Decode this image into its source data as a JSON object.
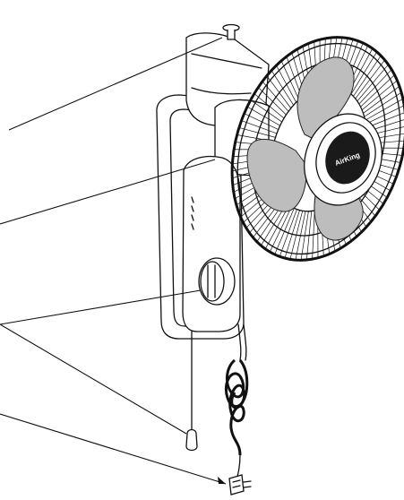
{
  "diagram": {
    "brand_logo_text": "AirKing",
    "parts": [
      {
        "id": "mounting-screw"
      },
      {
        "id": "fan-guard"
      },
      {
        "id": "speed-control-knob"
      },
      {
        "id": "pull-chain"
      },
      {
        "id": "power-cord-plug"
      }
    ]
  },
  "colors": {
    "line": "#111111",
    "blade_fill": "#bdbdbd",
    "hub_fill": "#1a1a1a",
    "background": "#ffffff"
  }
}
